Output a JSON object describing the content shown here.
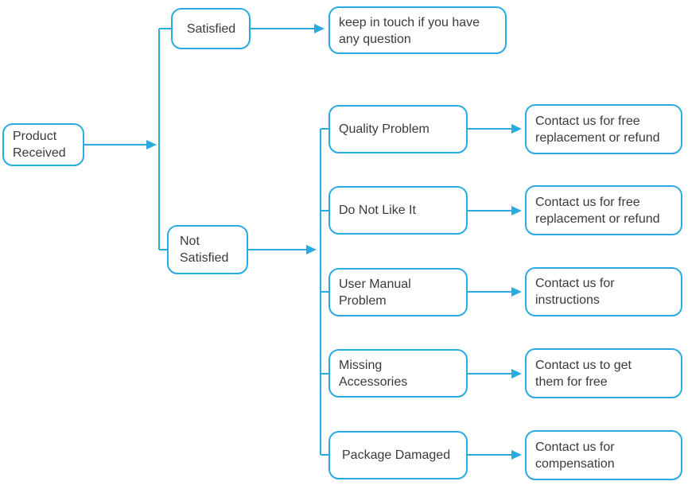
{
  "diagram": {
    "type": "flowchart",
    "title": "Product received customer-service flowchart",
    "colors": {
      "accent": "#29abe2",
      "text": "#3a3a3a",
      "background": "#ffffff"
    },
    "nodes": {
      "product_received": {
        "label": "Product Received"
      },
      "satisfied": {
        "label": "Satisfied"
      },
      "keep_in_touch": {
        "label": "keep in touch if you have any question"
      },
      "not_satisfied": {
        "label": "Not Satisfied"
      },
      "quality_problem": {
        "label": "Quality Problem"
      },
      "do_not_like_it": {
        "label": "Do Not Like It"
      },
      "user_manual_problem": {
        "label": "User Manual Problem"
      },
      "missing_accessories": {
        "label": "Missing Accessories"
      },
      "package_damaged": {
        "label": "Package Damaged"
      },
      "contact_replacement_refund_1": {
        "label": "Contact us for free replacement or refund"
      },
      "contact_replacement_refund_2": {
        "label": "Contact us for free replacement or refund"
      },
      "contact_instructions": {
        "label": "Contact us for instructions"
      },
      "contact_get_free": {
        "label": "Contact us to get them for free"
      },
      "contact_compensation": {
        "label": "Contact us for compensation"
      }
    },
    "edges": [
      {
        "from": "product_received",
        "to": "satisfied"
      },
      {
        "from": "product_received",
        "to": "not_satisfied"
      },
      {
        "from": "satisfied",
        "to": "keep_in_touch"
      },
      {
        "from": "not_satisfied",
        "to": "quality_problem"
      },
      {
        "from": "not_satisfied",
        "to": "do_not_like_it"
      },
      {
        "from": "not_satisfied",
        "to": "user_manual_problem"
      },
      {
        "from": "not_satisfied",
        "to": "missing_accessories"
      },
      {
        "from": "not_satisfied",
        "to": "package_damaged"
      },
      {
        "from": "quality_problem",
        "to": "contact_replacement_refund_1"
      },
      {
        "from": "do_not_like_it",
        "to": "contact_replacement_refund_2"
      },
      {
        "from": "user_manual_problem",
        "to": "contact_instructions"
      },
      {
        "from": "missing_accessories",
        "to": "contact_get_free"
      },
      {
        "from": "package_damaged",
        "to": "contact_compensation"
      }
    ]
  }
}
